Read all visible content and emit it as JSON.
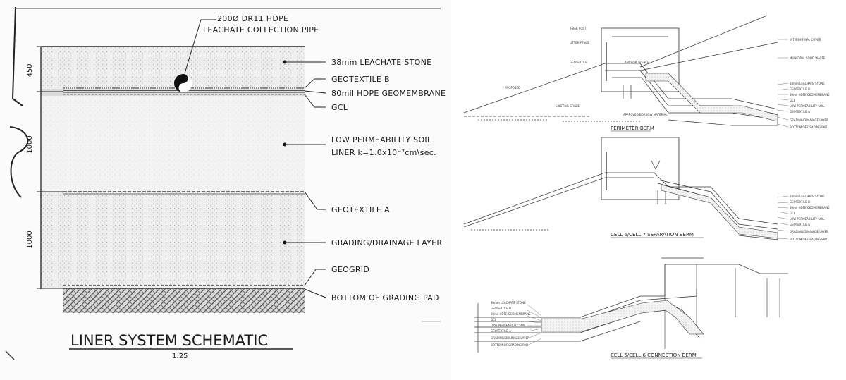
{
  "schematic": {
    "pipe_label_1": "200Ø DR11 HDPE",
    "pipe_label_2": "LEACHATE COLLECTION PIPE",
    "layers": {
      "leachate_stone": "38mm LEACHATE STONE",
      "geotextile_b": "GEOTEXTILE B",
      "geomembrane": "80mil HDPE GEOMEMBRANE",
      "gcl": "GCL",
      "soil_liner_1": "LOW PERMEABILITY SOIL",
      "soil_liner_2": "LINER k=1.0x10⁻⁷cm\\sec.",
      "geotextile_a": "GEOTEXTILE A",
      "grading_drainage": "GRADING/DRAINAGE LAYER",
      "geogrid": "GEOGRID",
      "bottom_grading_pad": "BOTTOM OF GRADING PAD"
    },
    "dimensions": {
      "top": "450",
      "middle": "1000",
      "bottom": "1000"
    },
    "title": "LINER SYSTEM SCHEMATIC",
    "scale": "1:25"
  },
  "sections": {
    "perimeter_berm": "PERIMETER BERM",
    "separation_berm": "CELL 6/CELL 7 SEPARATION BERM",
    "connection_berm": "CELL 5/CELL 6 CONNECTION BERM"
  },
  "section_labels": {
    "perimeter_left": [
      "T-BAR POST",
      "LITTER FENCE",
      "GEOTEXTILE",
      "ANCHOR TRENCH",
      "PROPOSED",
      "EXISTING GRADE",
      "APPROVED BORROW MATERIAL"
    ],
    "perimeter_right": [
      "INTERIM FINAL COVER",
      "MUNICIPAL SOLID WASTE",
      "38mm LEACHATE STONE",
      "GEOTEXTILE B",
      "80mil HDPE GEOMEMBRANE",
      "GCL",
      "LOW PERMEABILITY SOIL",
      "GEOTEXTILE A",
      "GRADING/DRAINAGE LAYER",
      "BOTTOM OF GRADING PAD"
    ],
    "separation_right": [
      "38mm LEACHATE STONE",
      "GEOTEXTILE B",
      "80mil HDPE GEOMEMBRANE",
      "GCL",
      "LOW PERMEABILITY SOIL",
      "GEOTEXTILE A",
      "GRADING/DRAINAGE LAYER",
      "BOTTOM OF GRADING PAD"
    ],
    "connection_left": [
      "38mm LEACHATE STONE",
      "GEOTEXTILE B",
      "80mil HDPE GEOMEMBRANE",
      "GCL",
      "LOW PERMEABILITY SOIL",
      "GEOTEXTILE A",
      "GRADING/DRAINAGE LAYER",
      "BOTTOM OF GRADING PAD"
    ]
  },
  "colors": {
    "line": "#1a1a1a",
    "stone": "#e6e6e6",
    "soil": "#f1f1f1",
    "hatch": "#555555"
  }
}
